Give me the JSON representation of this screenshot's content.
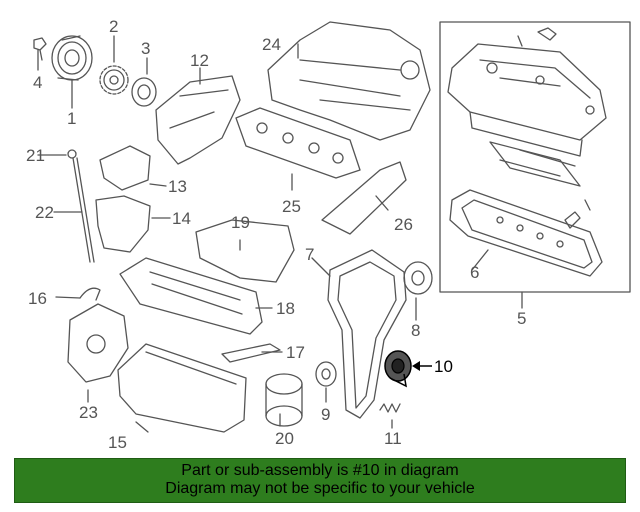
{
  "parts": [
    {
      "id": "1",
      "label": "1"
    },
    {
      "id": "2",
      "label": "2"
    },
    {
      "id": "3",
      "label": "3"
    },
    {
      "id": "4",
      "label": "4"
    },
    {
      "id": "5",
      "label": "5"
    },
    {
      "id": "6",
      "label": "6"
    },
    {
      "id": "7",
      "label": "7"
    },
    {
      "id": "8",
      "label": "8"
    },
    {
      "id": "9",
      "label": "9"
    },
    {
      "id": "10",
      "label": "10"
    },
    {
      "id": "11",
      "label": "11"
    },
    {
      "id": "12",
      "label": "12"
    },
    {
      "id": "13",
      "label": "13"
    },
    {
      "id": "14",
      "label": "14"
    },
    {
      "id": "15",
      "label": "15"
    },
    {
      "id": "16",
      "label": "16"
    },
    {
      "id": "17",
      "label": "17"
    },
    {
      "id": "18",
      "label": "18"
    },
    {
      "id": "19",
      "label": "19"
    },
    {
      "id": "20",
      "label": "20"
    },
    {
      "id": "21",
      "label": "21"
    },
    {
      "id": "22",
      "label": "22"
    },
    {
      "id": "23",
      "label": "23"
    },
    {
      "id": "24",
      "label": "24"
    },
    {
      "id": "25",
      "label": "25"
    },
    {
      "id": "26",
      "label": "26"
    }
  ],
  "highlighted_part": "10",
  "banner": {
    "line1": "Part or sub-assembly is #10 in diagram",
    "line2": "Diagram may not be specific to your vehicle"
  },
  "colors": {
    "line": "#555555",
    "highlight": "#000000",
    "banner_bg": "#2e7d1e"
  }
}
